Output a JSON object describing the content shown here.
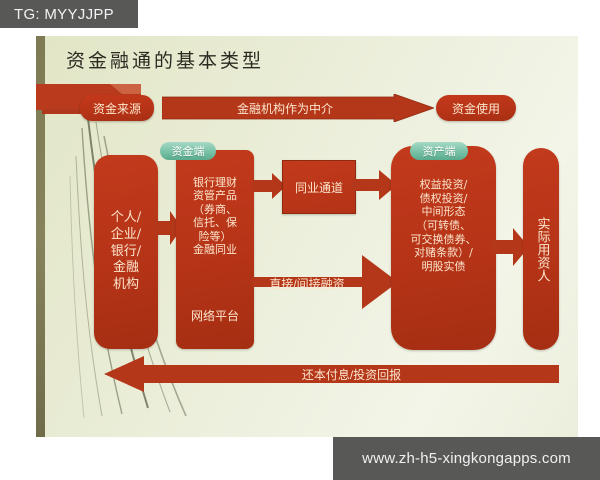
{
  "overlays": {
    "tg_badge": "TG: MYYJJPP",
    "watermark": "www.zh-h5-xingkongapps.com"
  },
  "slide": {
    "title": "资金融通的基本类型",
    "top_row": {
      "source_label": "资金来源",
      "intermediary_label": "金融机构作为中介",
      "use_label": "资金使用"
    },
    "columns": {
      "source_box": "个人/\n企业/\n银行/\n金融\n机构",
      "capital_tag": "资金端",
      "capital_box": "银行理财\n资管产品\n（券商、\n信托、保\n险等）\n金融同业",
      "platform_label": "网络平台",
      "asset_tag": "资产端",
      "asset_box": "权益投资/\n债权投资/\n中间形态\n（可转债、\n可交换债券、\n对赌条款）/\n明股实债",
      "end_user_box": "实际用资人"
    },
    "flows": {
      "channel_label": "同业通道",
      "direct_label": "直接/间接融资",
      "return_label": "还本付息/投资回报"
    },
    "colors": {
      "brick_red": "#b73417",
      "brick_red_dark": "#a52e12",
      "teal_tag": "#78c1a6",
      "text_cream": "#fbe6cd",
      "background_green": "#e8ebd2",
      "border_olive": "#7d7a54",
      "overlay_gray": "#585857"
    }
  }
}
